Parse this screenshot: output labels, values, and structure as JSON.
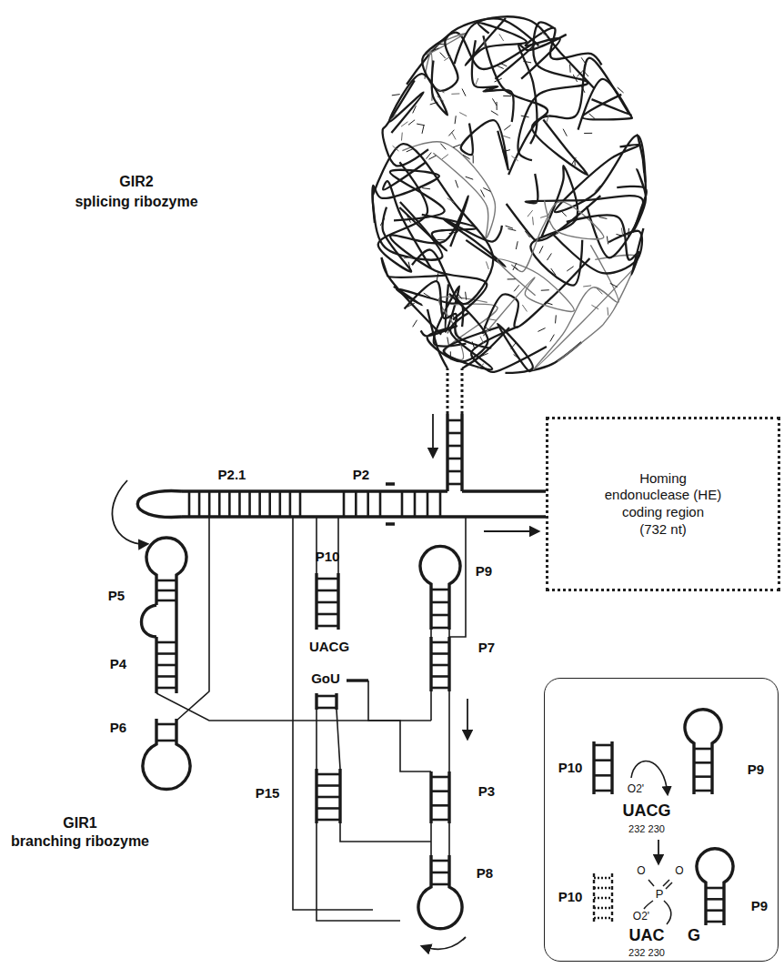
{
  "diagram": {
    "nodes": [
      {
        "text": [
          "Homing endonuclease (HE) coding region",
          "(732 nt)"
        ]
      },
      {
        "text": [
          "P10",
          "O2'",
          "UACG",
          "232 230",
          "P9",
          "P10",
          "O",
          "O",
          "P",
          "O2'",
          "UAC",
          "232 230",
          "G",
          "P9"
        ]
      }
    ],
    "labels": [
      "GIR2",
      "splicing ribozyme",
      "P2.1",
      "P2",
      "P5",
      "P4",
      "P6",
      "P10",
      "UACG",
      "P9",
      "GoU",
      "P7",
      "P15",
      "P3",
      "P8",
      "GIR1",
      "branching ribozyme"
    ]
  }
}
